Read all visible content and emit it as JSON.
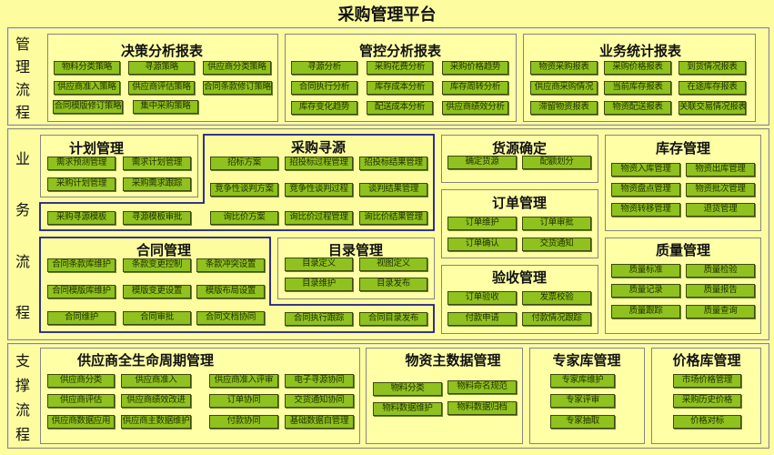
{
  "title": "采购管理平台",
  "colors": {
    "background": "#fdfd9f",
    "panel": "#ffffa6",
    "button": "#8fc21e",
    "button_border": "#3d4a10",
    "highlight_outline": "#1a1a8c"
  },
  "bands": [
    {
      "side_label": [
        "管",
        "理",
        "流",
        "程"
      ]
    },
    {
      "side_label": [
        "业",
        "务",
        "流",
        "程"
      ]
    },
    {
      "side_label": [
        "支",
        "撑",
        "流",
        "程"
      ]
    }
  ],
  "panels": {
    "decision": {
      "title": "决策分析报表",
      "items": [
        "物料分类策略",
        "寻源策略",
        "供应商分类策略",
        "供应商准入策略",
        "供应商评估策略",
        "合同条款修订策略",
        "合同模版修订策略",
        "集中采购策略"
      ]
    },
    "control": {
      "title": "管控分析报表",
      "items": [
        "寻源分析",
        "采购花费分析",
        "采购价格趋势",
        "合同执行分析",
        "库存成本分析",
        "库存周转分析",
        "库存变化趋势",
        "配送成本分析",
        "供应商绩效分析"
      ]
    },
    "business_stats": {
      "title": "业务统计报表",
      "items": [
        "物资采购报表",
        "采购价格报表",
        "到货情况报表",
        "供应商采购情况",
        "当前库存报表",
        "在途库存报表",
        "滞留物资报表",
        "物资配送报表",
        "关联交易情况报表"
      ]
    },
    "plan": {
      "title": "计划管理",
      "items": [
        "需求预测管理",
        "需求计划管理",
        "采购计划管理",
        "采购需求跟踪"
      ]
    },
    "sourcing": {
      "title": "采购寻源",
      "items": [
        "招标方案",
        "招投标过程管理",
        "招投标结果管理",
        "竞争性谈判方案",
        "竞争性谈判过程",
        "谈判结果管理",
        "采购寻源模板",
        "寻源模板审批",
        "询比价方案",
        "询比价过程管理",
        "询比价结果管理"
      ]
    },
    "contract": {
      "title": "合同管理",
      "items": [
        "合同条款库维护",
        "条款变更控制",
        "条款冲突设置",
        "合同模版库维护",
        "模版变更设置",
        "模版布局设置",
        "合同维护",
        "合同审批",
        "合同文档协同",
        "合同执行跟踪",
        "合同目录发布"
      ]
    },
    "catalog": {
      "title": "目录管理",
      "items": [
        "目录定义",
        "视图定义",
        "目录维护",
        "目录发布"
      ]
    },
    "supply": {
      "title": "货源确定",
      "items": [
        "确定货源",
        "配额划分"
      ]
    },
    "order": {
      "title": "订单管理",
      "items": [
        "订单维护",
        "订单审批",
        "订单确认",
        "交货通知"
      ]
    },
    "acceptance": {
      "title": "验收管理",
      "items": [
        "订单验收",
        "发票校验",
        "付款申请",
        "付款情况跟踪"
      ]
    },
    "inventory": {
      "title": "库存管理",
      "items": [
        "物资入库管理",
        "物资出库管理",
        "物资盘点管理",
        "物资批次管理",
        "物资转移管理",
        "退货管理"
      ]
    },
    "quality": {
      "title": "质量管理",
      "items": [
        "质量标准",
        "质量检验",
        "质量记录",
        "质量报告",
        "质量跟踪",
        "质量查询"
      ]
    },
    "supplier": {
      "title": "供应商全生命周期管理",
      "items": [
        "供应商分类",
        "供应商准入",
        "供应商准入评审",
        "电子寻源协同",
        "供应商评估",
        "供应商绩效改进",
        "订单协同",
        "交货通知协同",
        "供应商数据应用",
        "供应商主数据维护",
        "付款协同",
        "基础数据自管理"
      ]
    },
    "material": {
      "title": "物资主数据管理",
      "items": [
        "物料分类",
        "物料命名规范",
        "物料数据维护",
        "物料数据归档"
      ]
    },
    "expert": {
      "title": "专家库管理",
      "items": [
        "专家库维护",
        "专家评审",
        "专家抽取"
      ]
    },
    "price": {
      "title": "价格库管理",
      "items": [
        "市场价格管理",
        "采购历史价格",
        "价格对标"
      ]
    }
  }
}
